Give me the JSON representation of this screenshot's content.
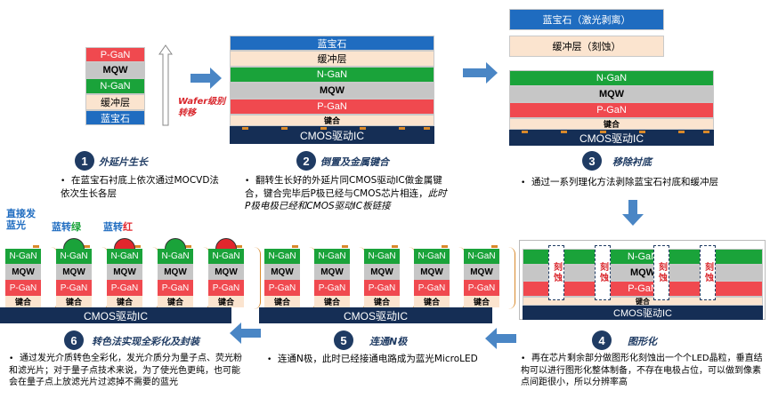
{
  "stage1": {
    "layers": [
      "P-GaN",
      "MQW",
      "N-GaN",
      "缓冲层",
      "蓝宝石"
    ],
    "transfer_label": "Wafer级别转移",
    "step_number": "1",
    "step_title": "外延片生长",
    "desc": "在蓝宝石衬底上依次通过MOCVD法依次生长各层"
  },
  "stage2": {
    "layers": [
      "蓝宝石",
      "缓冲层",
      "N-GaN",
      "MQW",
      "P-GaN",
      "键合"
    ],
    "cmos": "CMOS驱动IC",
    "step_number": "2",
    "step_title": "倒置及金属键合",
    "desc_plain": "翻转生长好的外延片同CMOS驱动IC做金属键合，键合完毕后P极已经与CMOS芯片相连，",
    "desc_italic": "此时P极电极已经和CMOS驱动IC板链接"
  },
  "stage3": {
    "removed": [
      "蓝宝石（激光剥离）",
      "缓冲层（刻蚀）"
    ],
    "layers": [
      "N-GaN",
      "MQW",
      "P-GaN",
      "键合"
    ],
    "cmos": "CMOS驱动IC",
    "step_number": "3",
    "step_title": "移除衬底",
    "desc": "通过一系列理化方法剥除蓝宝石衬底和缓冲层"
  },
  "stage4": {
    "layers": [
      "N-GaN",
      "MQW",
      "P-GaN",
      "键合"
    ],
    "etch_label": "刻蚀",
    "cmos": "CMOS驱动IC",
    "step_number": "4",
    "step_title": "图形化",
    "desc": "再在芯片剩余部分做图形化刻蚀出一个个LED晶粒，垂直结构可以进行图形化整体制备，不存在电极占位，可以做到像素点间距很小，所以分辨率高"
  },
  "stage5": {
    "chip_layers": [
      "N-GaN",
      "MQW",
      "P-GaN",
      "键合"
    ],
    "cmos": "CMOS驱动IC",
    "step_number": "5",
    "step_title": "连通N极",
    "desc": "连通N极，此时已经接通电路成为蓝光MicroLED"
  },
  "stage6": {
    "label_direct_blue": "直接发蓝光",
    "label_blue_to_green_prefix": "蓝转",
    "label_green": "绿",
    "label_blue_to_red_prefix": "蓝转",
    "label_red": "红",
    "chip_layers": [
      "N-GaN",
      "MQW",
      "P-GaN",
      "键合"
    ],
    "cmos": "CMOS驱动IC",
    "step_number": "6",
    "step_title": "转色法实现全彩化及封装",
    "desc": "通过发光介质转色全彩化，发光介质分为量子点、荧光粉和滤光片；对于量子点技术来说，为了使光色更纯，也可能会在量子点上放滤光片过滤掉不需要的蓝光"
  },
  "colors": {
    "ngan": "#1aa33a",
    "mqw": "#c6c6c6",
    "pgan": "#f0494f",
    "buffer": "#fbe4cf",
    "sapphire": "#1f6cc0",
    "cmos": "#152e55",
    "arrow": "#4a86c5",
    "green_dome": "#1aa33a",
    "red_dome": "#e2262d"
  }
}
